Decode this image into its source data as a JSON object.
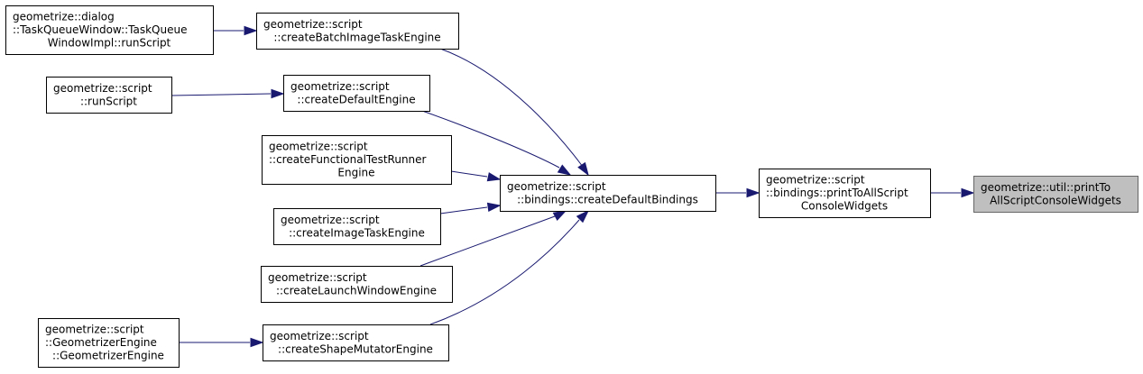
{
  "graph": {
    "kind": "doxygen caller graph",
    "edge_color": "#191970",
    "current_node_fill": "#bfbfbf",
    "nodes": {
      "runScriptDialog": [
        "geometrize::dialog",
        "::TaskQueueWindow::TaskQueue",
        "WindowImpl::runScript"
      ],
      "createBatchImageTaskEngine": [
        "geometrize::script",
        "::createBatchImageTaskEngine"
      ],
      "runScript": [
        "geometrize::script",
        "::runScript"
      ],
      "createDefaultEngine": [
        "geometrize::script",
        "::createDefaultEngine"
      ],
      "createFunctionalTestRunnerEngine": [
        "geometrize::script",
        "::createFunctionalTestRunner",
        "Engine"
      ],
      "createImageTaskEngine": [
        "geometrize::script",
        "::createImageTaskEngine"
      ],
      "createLaunchWindowEngine": [
        "geometrize::script",
        "::createLaunchWindowEngine"
      ],
      "geometrizerEngineCtor": [
        "geometrize::script",
        "::GeometrizerEngine",
        "::GeometrizerEngine"
      ],
      "createShapeMutatorEngine": [
        "geometrize::script",
        "::createShapeMutatorEngine"
      ],
      "createDefaultBindings": [
        "geometrize::script",
        "::bindings::createDefaultBindings"
      ],
      "printToAllScriptConsoleWidgets": [
        "geometrize::script",
        "::bindings::printToAllScript",
        "ConsoleWidgets"
      ],
      "utilPrintTo": [
        "geometrize::util::printTo",
        "AllScriptConsoleWidgets"
      ]
    },
    "edges": [
      [
        "runScriptDialog",
        "createBatchImageTaskEngine"
      ],
      [
        "runScript",
        "createDefaultEngine"
      ],
      [
        "geometrizerEngineCtor",
        "createShapeMutatorEngine"
      ],
      [
        "createBatchImageTaskEngine",
        "createDefaultBindings"
      ],
      [
        "createDefaultEngine",
        "createDefaultBindings"
      ],
      [
        "createFunctionalTestRunnerEngine",
        "createDefaultBindings"
      ],
      [
        "createImageTaskEngine",
        "createDefaultBindings"
      ],
      [
        "createLaunchWindowEngine",
        "createDefaultBindings"
      ],
      [
        "createShapeMutatorEngine",
        "createDefaultBindings"
      ],
      [
        "createDefaultBindings",
        "printToAllScriptConsoleWidgets"
      ],
      [
        "printToAllScriptConsoleWidgets",
        "utilPrintTo"
      ]
    ]
  }
}
